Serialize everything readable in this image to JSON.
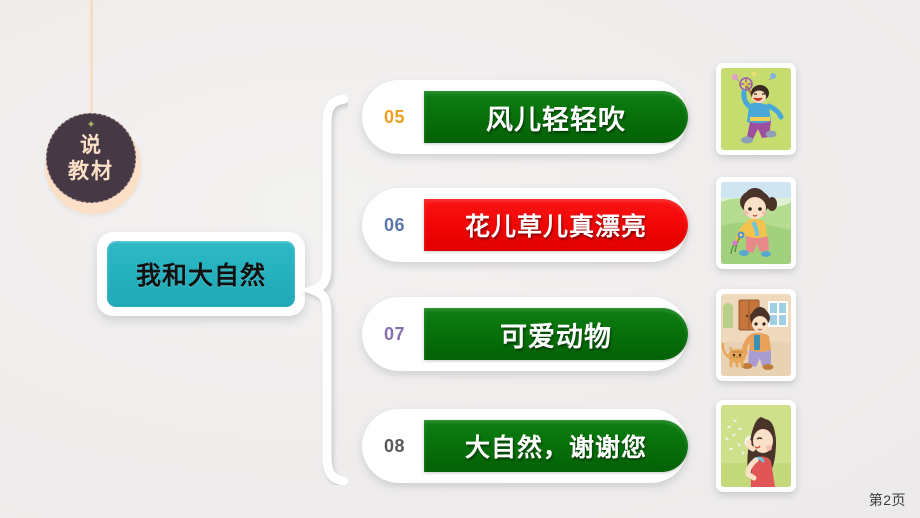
{
  "slide": {
    "page_label": "第2页",
    "background_color": "#f0eeed"
  },
  "badge": {
    "line1": "说",
    "line2": "教材",
    "star_glyph": "✦",
    "ring_color": "#fbdfc6",
    "disc_color": "#463845",
    "text_color": "#fbdfc6"
  },
  "main_card": {
    "label": "我和大自然",
    "fill_color": "#24b0bd",
    "text_color": "#111111"
  },
  "items": [
    {
      "number": "05",
      "number_color": "#f0a020",
      "title": "风儿轻轻吹",
      "bar_color": "#07700a",
      "thumb_alt": "child-running-with-pinwheel"
    },
    {
      "number": "06",
      "number_color": "#5a77a8",
      "title": "花儿草儿真漂亮",
      "bar_color": "#f20606",
      "thumb_alt": "girl-looking-at-flowers"
    },
    {
      "number": "07",
      "number_color": "#8a6fb0",
      "title": "可爱动物",
      "bar_color": "#07700a",
      "thumb_alt": "child-with-cat"
    },
    {
      "number": "08",
      "number_color": "#595959",
      "title": "大自然，谢谢您",
      "bar_color": "#07700a",
      "thumb_alt": "girl-blowing-dandelion"
    }
  ]
}
